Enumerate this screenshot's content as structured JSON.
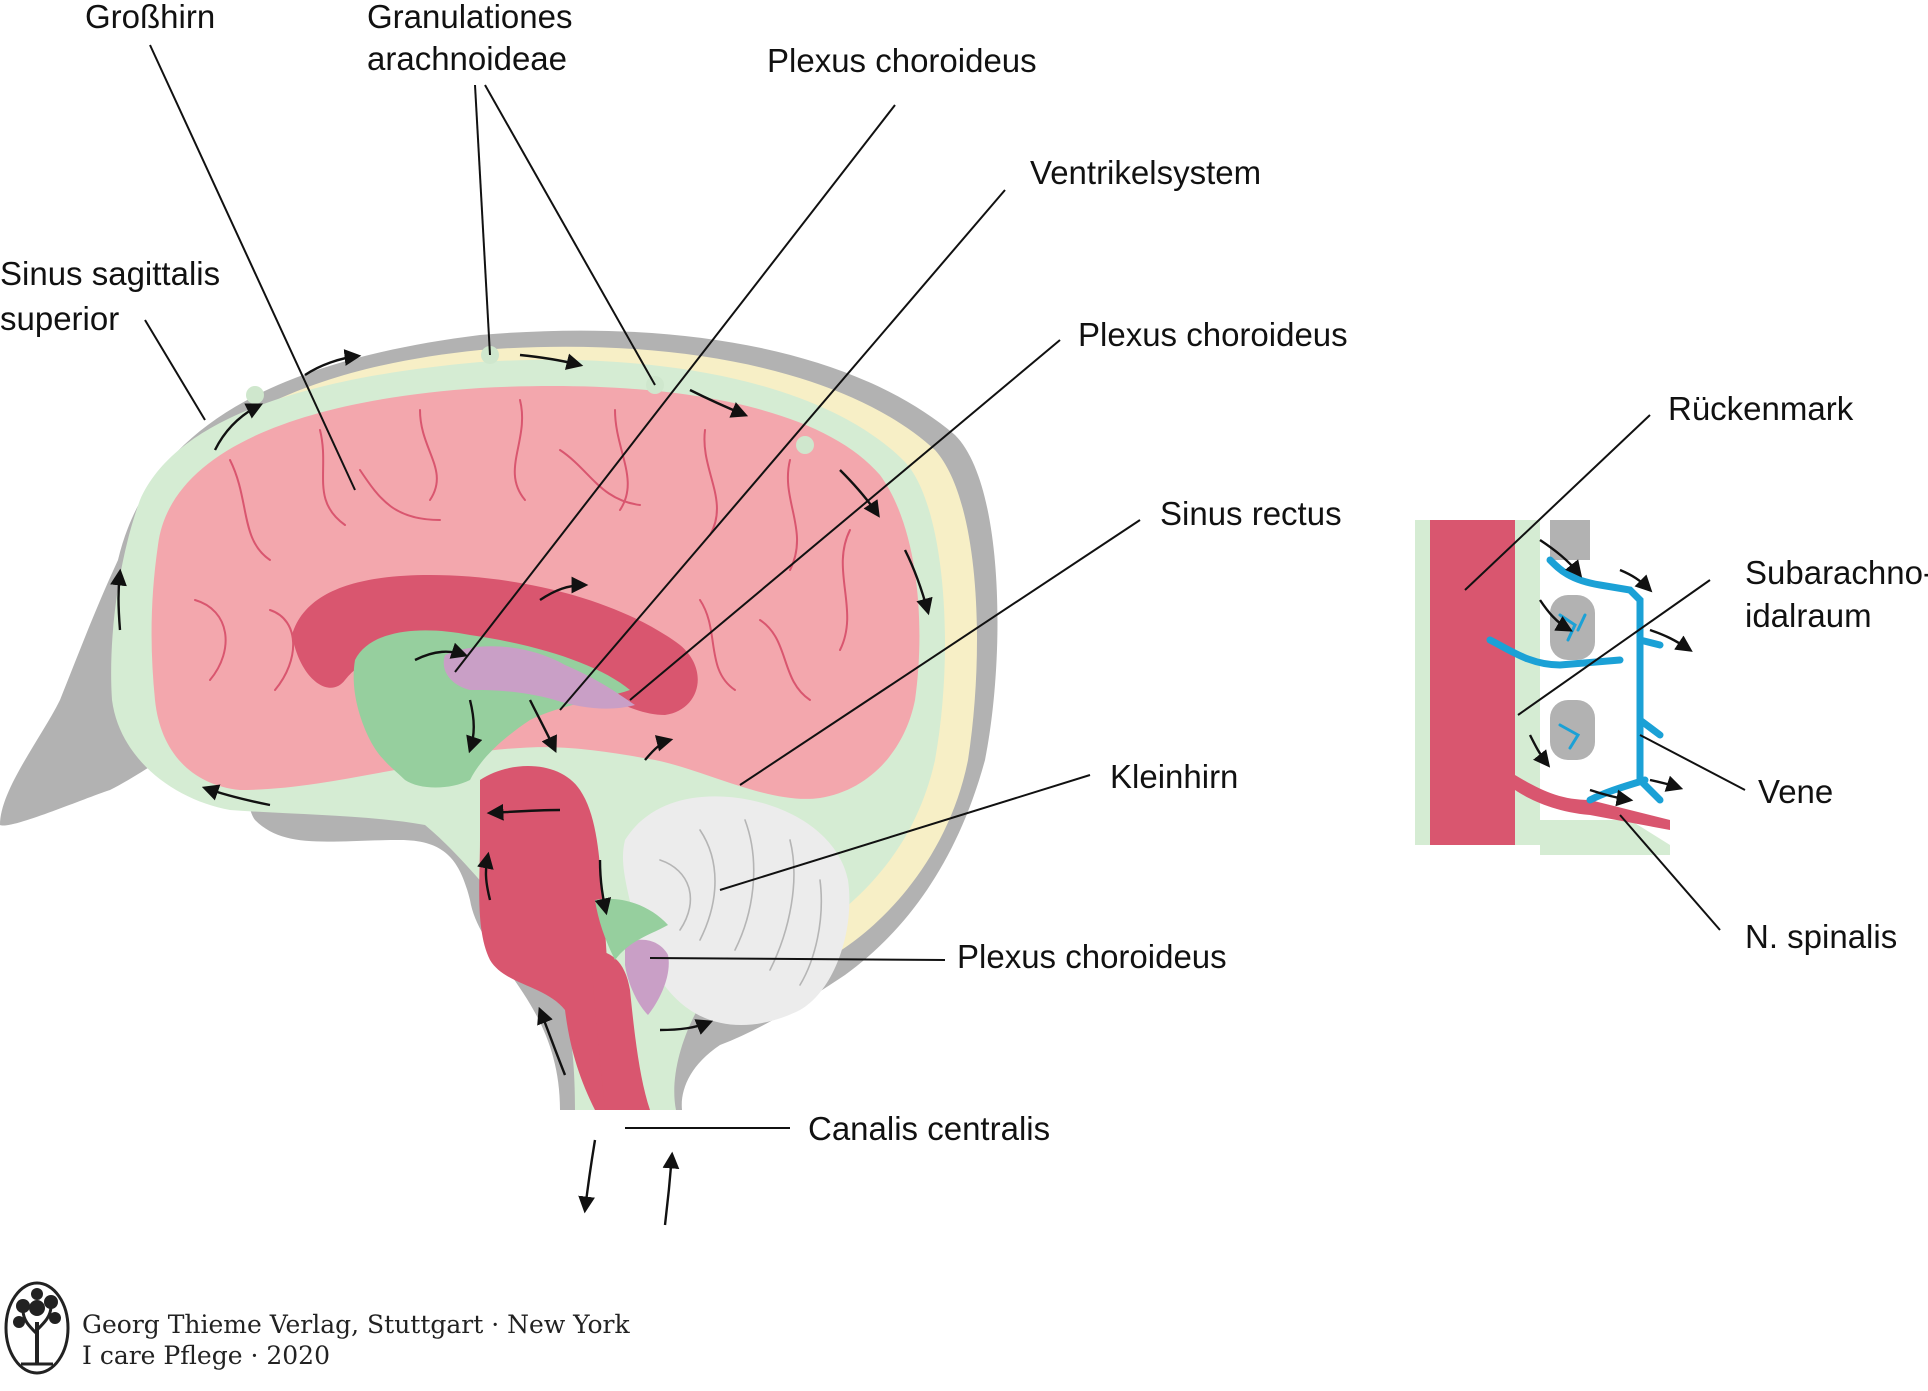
{
  "labels": {
    "grosshirn": "Großhirn",
    "granulationes_1": "Granulationes",
    "granulationes_2": "arachnoideae",
    "plexus_top": "Plexus choroideus",
    "ventrikelsystem": "Ventrikelsystem",
    "plexus_mid": "Plexus choroideus",
    "sinus_sag_1": "Sinus sagittalis",
    "sinus_sag_2": "superior",
    "sinus_rectus": "Sinus rectus",
    "kleinhirn": "Kleinhirn",
    "plexus_low": "Plexus choroideus",
    "canalis": "Canalis centralis",
    "rueckenmark": "Rückenmark",
    "subarach_1": "Subarachno-",
    "subarach_2": "idalraum",
    "vene": "Vene",
    "n_spinalis": "N. spinalis"
  },
  "footer": {
    "line1": "Georg Thieme Verlag, Stuttgart · New York",
    "line2": "I care Pflege · 2020"
  },
  "colors": {
    "skull": "#b2b2b2",
    "dura_space": "#f7efc6",
    "csf": "#d5ecd3",
    "cortex": "#f3a7ad",
    "deep_structure": "#d9566f",
    "ventricle": "#96cf9e",
    "plexus": "#c99fc6",
    "cerebellum": "#ececec",
    "vein": "#1ba1d6",
    "leader": "#111111"
  },
  "icons": [
    "thieme-tree-logo-icon"
  ]
}
